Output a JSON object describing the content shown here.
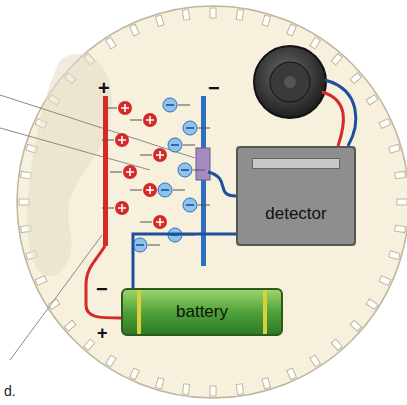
{
  "diagram": {
    "nodes": [
      {
        "text": [
          "detector"
        ]
      },
      {
        "text": [
          "battery"
        ]
      }
    ],
    "edges": [
      {
        "from": 0,
        "to": 1,
        "arrow": "none"
      }
    ],
    "labels": [
      "+",
      "−",
      "−",
      "+",
      "d."
    ]
  }
}
